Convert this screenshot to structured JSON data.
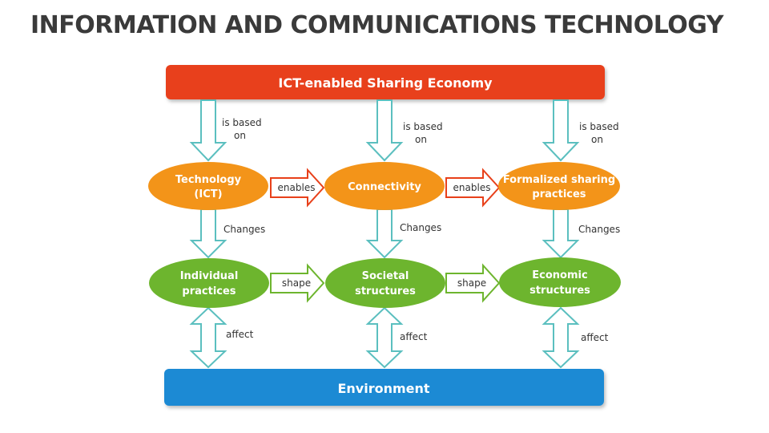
{
  "slide": {
    "title": "INFORMATION AND COMMUNICATIONS TECHNOLOGY"
  },
  "colors": {
    "top_banner": "#e8401a",
    "bottom_banner": "#1e8ad4",
    "orange_node": "#f39419",
    "green_node": "#6db52e",
    "arrow_fill": "#ffffff",
    "arrow_stroke": "#5bbfbf"
  },
  "top_banner": {
    "label": "ICT-enabled Sharing Economy"
  },
  "bottom_banner": {
    "label": "Environment"
  },
  "nodes": {
    "technology": {
      "line1": "Technology",
      "line2": "(ICT)"
    },
    "connectivity": {
      "line1": "Connectivity",
      "line2": ""
    },
    "formalized": {
      "line1": "Formalized sharing",
      "line2": "practices"
    },
    "individual": {
      "line1": "Individual",
      "line2": "practices"
    },
    "societal": {
      "line1": "Societal",
      "line2": "structures"
    },
    "economic": {
      "line1": "Economic",
      "line2": "structures"
    }
  },
  "labels": {
    "based_on_line1": "is based",
    "based_on_line2": "on",
    "changes": "Changes",
    "affect": "affect",
    "enables": "enables",
    "shape": "shape"
  }
}
